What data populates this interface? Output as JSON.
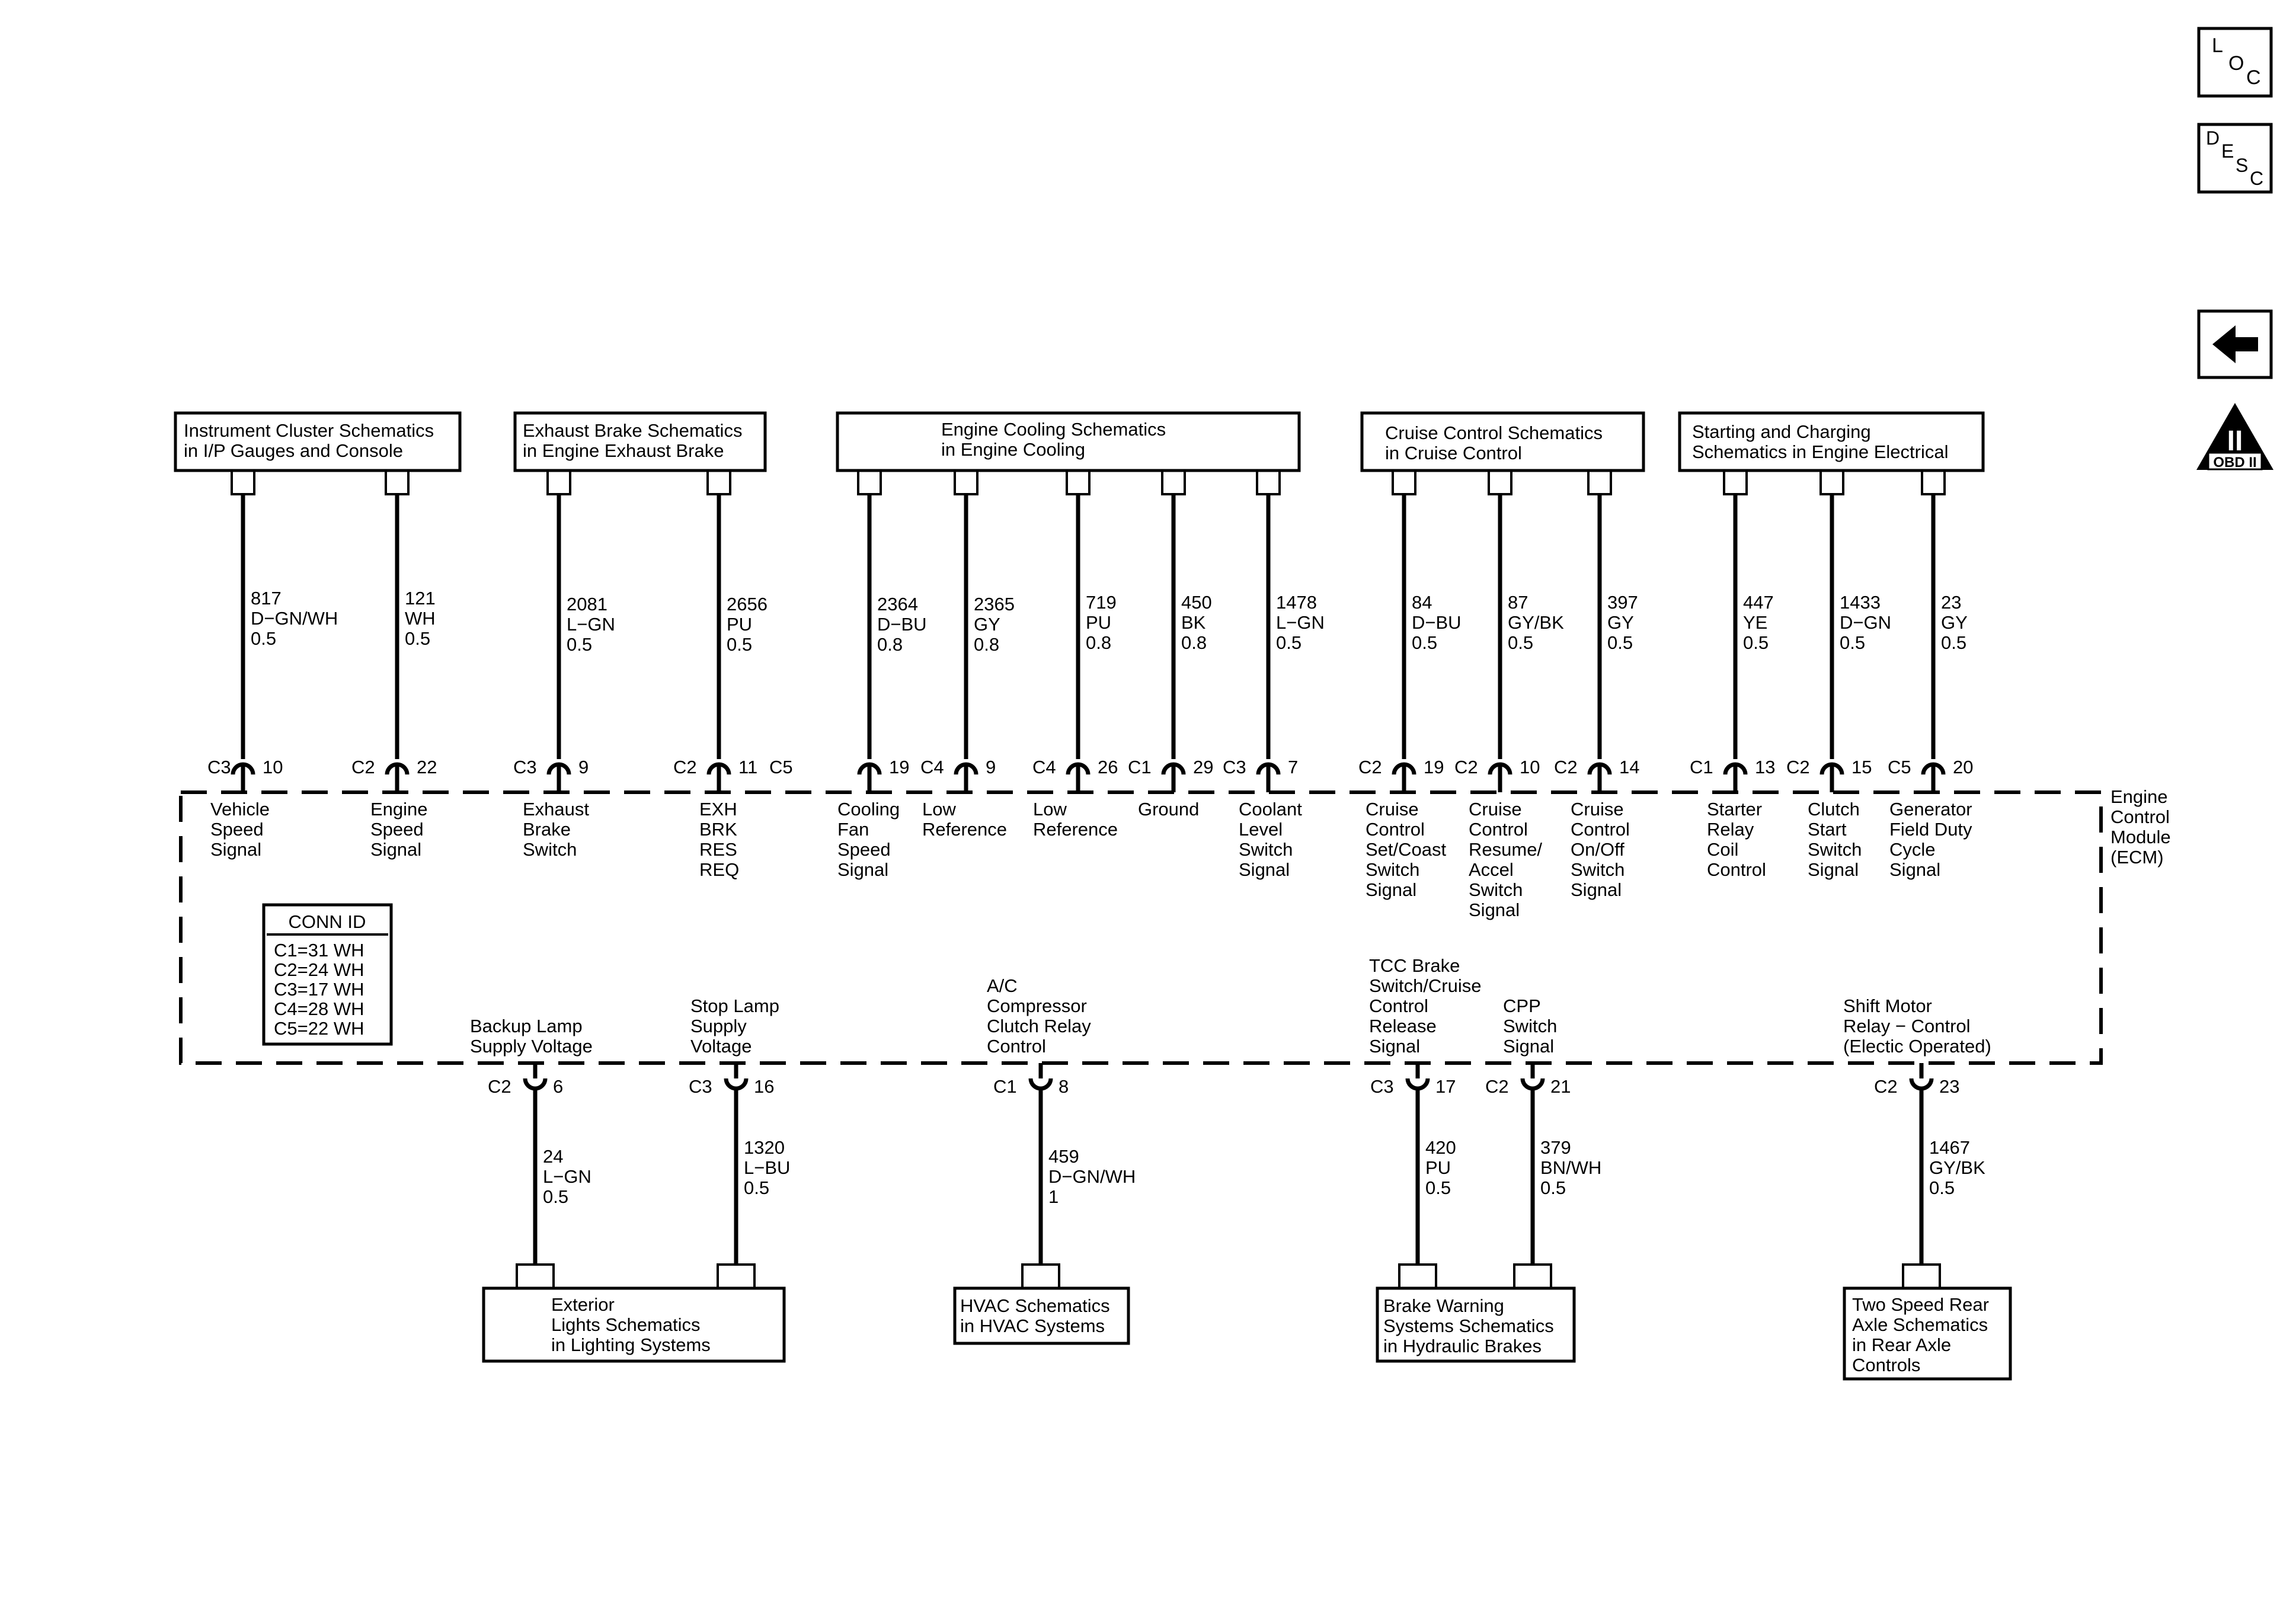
{
  "nav": {
    "loc": [
      "L",
      "O",
      "C"
    ],
    "desc": [
      "D",
      "E",
      "S",
      "C"
    ],
    "obd_numeral": "II",
    "obd_label": "OBD II"
  },
  "ecm_label": [
    "Engine",
    "Control",
    "Module",
    "(ECM)"
  ],
  "conn_id": {
    "title": "CONN ID",
    "rows": [
      "C1=31 WH",
      "C2=24 WH",
      "C3=17 WH",
      "C4=28 WH",
      "C5=22 WH"
    ]
  },
  "top_boxes": [
    {
      "id": "instrument-cluster",
      "lines": [
        "Instrument Cluster Schematics",
        "in I/P Gauges and Console"
      ]
    },
    {
      "id": "exhaust-brake",
      "lines": [
        "Exhaust Brake Schematics",
        "in Engine Exhaust Brake"
      ]
    },
    {
      "id": "engine-cooling",
      "lines": [
        "Engine Cooling Schematics",
        "in Engine Cooling"
      ]
    },
    {
      "id": "cruise-control",
      "lines": [
        "Cruise Control Schematics",
        "in Cruise Control"
      ]
    },
    {
      "id": "starting-charging",
      "lines": [
        "Starting and Charging",
        "Schematics in Engine Electrical"
      ]
    }
  ],
  "bottom_boxes": [
    {
      "id": "exterior-lights",
      "lines": [
        "Exterior",
        "Lights Schematics",
        "in Lighting Systems"
      ]
    },
    {
      "id": "hvac",
      "lines": [
        "HVAC Schematics",
        "in HVAC Systems"
      ]
    },
    {
      "id": "brake-warning",
      "lines": [
        "Brake Warning",
        "Systems Schematics",
        "in Hydraulic Brakes"
      ]
    },
    {
      "id": "two-speed-axle",
      "lines": [
        "Two Speed Rear",
        "Axle Schematics",
        "in Rear Axle",
        "Controls"
      ]
    }
  ],
  "top_circuits": [
    {
      "conn": "C3",
      "pin": "10",
      "wire": [
        "817",
        "D−GN/WH",
        "0.5"
      ],
      "signal": [
        "Vehicle",
        "Speed",
        "Signal"
      ]
    },
    {
      "conn": "C2",
      "pin": "22",
      "wire": [
        "121",
        "WH",
        "0.5"
      ],
      "signal": [
        "Engine",
        "Speed",
        "Signal"
      ]
    },
    {
      "conn": "C3",
      "pin": "9",
      "wire": [
        "2081",
        "L−GN",
        "0.5"
      ],
      "signal": [
        "Exhaust",
        "Brake",
        "Switch"
      ]
    },
    {
      "conn": "C2",
      "pin": "11",
      "wire": [
        "2656",
        "PU",
        "0.5"
      ],
      "signal": [
        "EXH",
        "BRK",
        "RES",
        "REQ"
      ]
    },
    {
      "conn": "C5",
      "pin": "19",
      "wire": [
        "2364",
        "D−BU",
        "0.8"
      ],
      "signal": [
        "Cooling",
        "Fan",
        "Speed",
        "Signal"
      ]
    },
    {
      "conn": "C4",
      "pin": "9",
      "wire": [
        "2365",
        "GY",
        "0.8"
      ],
      "signal": [
        "Low",
        "Reference"
      ]
    },
    {
      "conn": "C4",
      "pin": "26",
      "wire": [
        "719",
        "PU",
        "0.8"
      ],
      "signal": [
        "Low",
        "Reference"
      ]
    },
    {
      "conn": "C1",
      "pin": "29",
      "wire": [
        "450",
        "BK",
        "0.8"
      ],
      "signal": [
        "Ground"
      ]
    },
    {
      "conn": "C3",
      "pin": "7",
      "wire": [
        "1478",
        "L−GN",
        "0.5"
      ],
      "signal": [
        "Coolant",
        "Level",
        "Switch",
        "Signal"
      ]
    },
    {
      "conn": "C2",
      "pin": "19",
      "wire": [
        "84",
        "D−BU",
        "0.5"
      ],
      "signal": [
        "Cruise",
        "Control",
        "Set/Coast",
        "Switch",
        "Signal"
      ]
    },
    {
      "conn": "C2",
      "pin": "10",
      "wire": [
        "87",
        "GY/BK",
        "0.5"
      ],
      "signal": [
        "Cruise",
        "Control",
        "Resume/",
        "Accel",
        "Switch",
        "Signal"
      ]
    },
    {
      "conn": "C2",
      "pin": "14",
      "wire": [
        "397",
        "GY",
        "0.5"
      ],
      "signal": [
        "Cruise",
        "Control",
        "On/Off",
        "Switch",
        "Signal"
      ]
    },
    {
      "conn": "C1",
      "pin": "13",
      "wire": [
        "447",
        "YE",
        "0.5"
      ],
      "signal": [
        "Starter",
        "Relay",
        "Coil",
        "Control"
      ]
    },
    {
      "conn": "C2",
      "pin": "15",
      "wire": [
        "1433",
        "D−GN",
        "0.5"
      ],
      "signal": [
        "Clutch",
        "Start",
        "Switch",
        "Signal"
      ]
    },
    {
      "conn": "C5",
      "pin": "20",
      "wire": [
        "23",
        "GY",
        "0.5"
      ],
      "signal": [
        "Generator",
        "Field Duty",
        "Cycle",
        "Signal"
      ]
    }
  ],
  "bottom_circuits": [
    {
      "conn": "C2",
      "pin": "6",
      "wire": [
        "24",
        "L−GN",
        "0.5"
      ],
      "signal": [
        "Backup Lamp",
        "Supply Voltage"
      ]
    },
    {
      "conn": "C3",
      "pin": "16",
      "wire": [
        "1320",
        "L−BU",
        "0.5"
      ],
      "signal": [
        "Stop Lamp",
        "Supply",
        "Voltage"
      ]
    },
    {
      "conn": "C1",
      "pin": "8",
      "wire": [
        "459",
        "D−GN/WH",
        "1"
      ],
      "signal": [
        "A/C",
        "Compressor",
        "Clutch Relay",
        "Control"
      ]
    },
    {
      "conn": "C3",
      "pin": "17",
      "wire": [
        "420",
        "PU",
        "0.5"
      ],
      "signal": [
        "TCC Brake",
        "Switch/Cruise",
        "Control",
        "Release",
        "Signal"
      ]
    },
    {
      "conn": "C2",
      "pin": "21",
      "wire": [
        "379",
        "BN/WH",
        "0.5"
      ],
      "signal": [
        "CPP",
        "Switch",
        "Signal"
      ]
    },
    {
      "conn": "C2",
      "pin": "23",
      "wire": [
        "1467",
        "GY/BK",
        "0.5"
      ],
      "signal": [
        "Shift Motor",
        "Relay − Control",
        "(Electic Operated)"
      ]
    }
  ]
}
